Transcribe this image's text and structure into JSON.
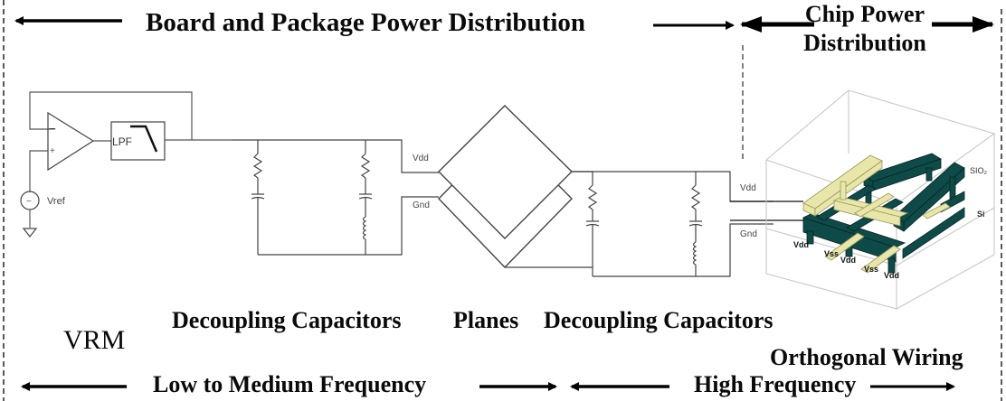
{
  "headers": {
    "board_package": "Board and Package Power Distribution",
    "chip_line1": "Chip Power",
    "chip_line2": "Distribution"
  },
  "vrm_circuit": {
    "opamp_minus": "−",
    "opamp_plus": "+",
    "filter_label": "LPF",
    "source_label": "Vref"
  },
  "pin_labels": {
    "vdd_board": "Vdd",
    "gnd_board": "Gnd",
    "vdd_chip": "Vdd",
    "gnd_chip": "Gnd"
  },
  "chip_3d": {
    "layer_top": "SIO₂",
    "layer_bottom": "Si",
    "rail_labels": [
      "Vdd",
      "Vss",
      "Vdd",
      "Vss",
      "Vdd"
    ],
    "colors": {
      "vdd_wire": "#0e4a48",
      "vss_wire": "#e8e6a8",
      "box_edge": "#c8c8c8"
    }
  },
  "sections": {
    "vrm": "VRM",
    "decap_board": "Decoupling Capacitors",
    "planes": "Planes",
    "decap_package": "Decoupling Capacitors",
    "orthogonal_wiring": "Orthogonal Wiring"
  },
  "frequency_bands": {
    "low_medium": "Low to Medium Frequency",
    "high": "High Frequency"
  }
}
